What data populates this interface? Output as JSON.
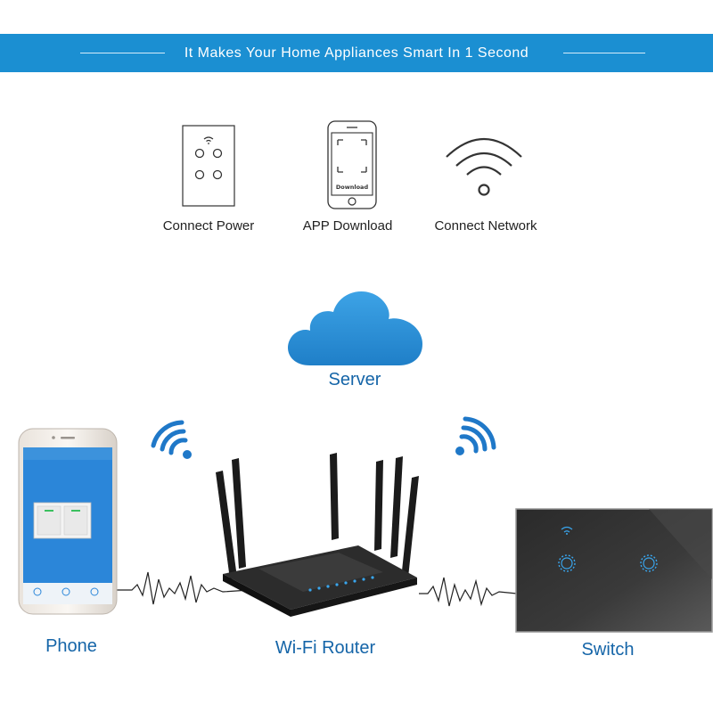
{
  "banner": {
    "title": "It Makes Your Home Appliances Smart In 1 Second"
  },
  "steps": [
    {
      "label": "Connect Power",
      "icon": "wall-switch-icon"
    },
    {
      "label": "APP Download",
      "icon": "smartphone-icon"
    },
    {
      "label": "Connect Network",
      "icon": "wifi-icon"
    }
  ],
  "phone_screen": {
    "download_text": "Download"
  },
  "server": {
    "label": "Server",
    "icon": "cloud-icon"
  },
  "devices": {
    "phone": {
      "label": "Phone"
    },
    "router": {
      "label": "Wi-Fi Router"
    },
    "switch": {
      "label": "Switch"
    }
  },
  "colors": {
    "banner": "#1b8fd2",
    "cloud": "#2a8fd6",
    "label_text": "#1565a8",
    "signal_blue": "#1f78c8"
  }
}
